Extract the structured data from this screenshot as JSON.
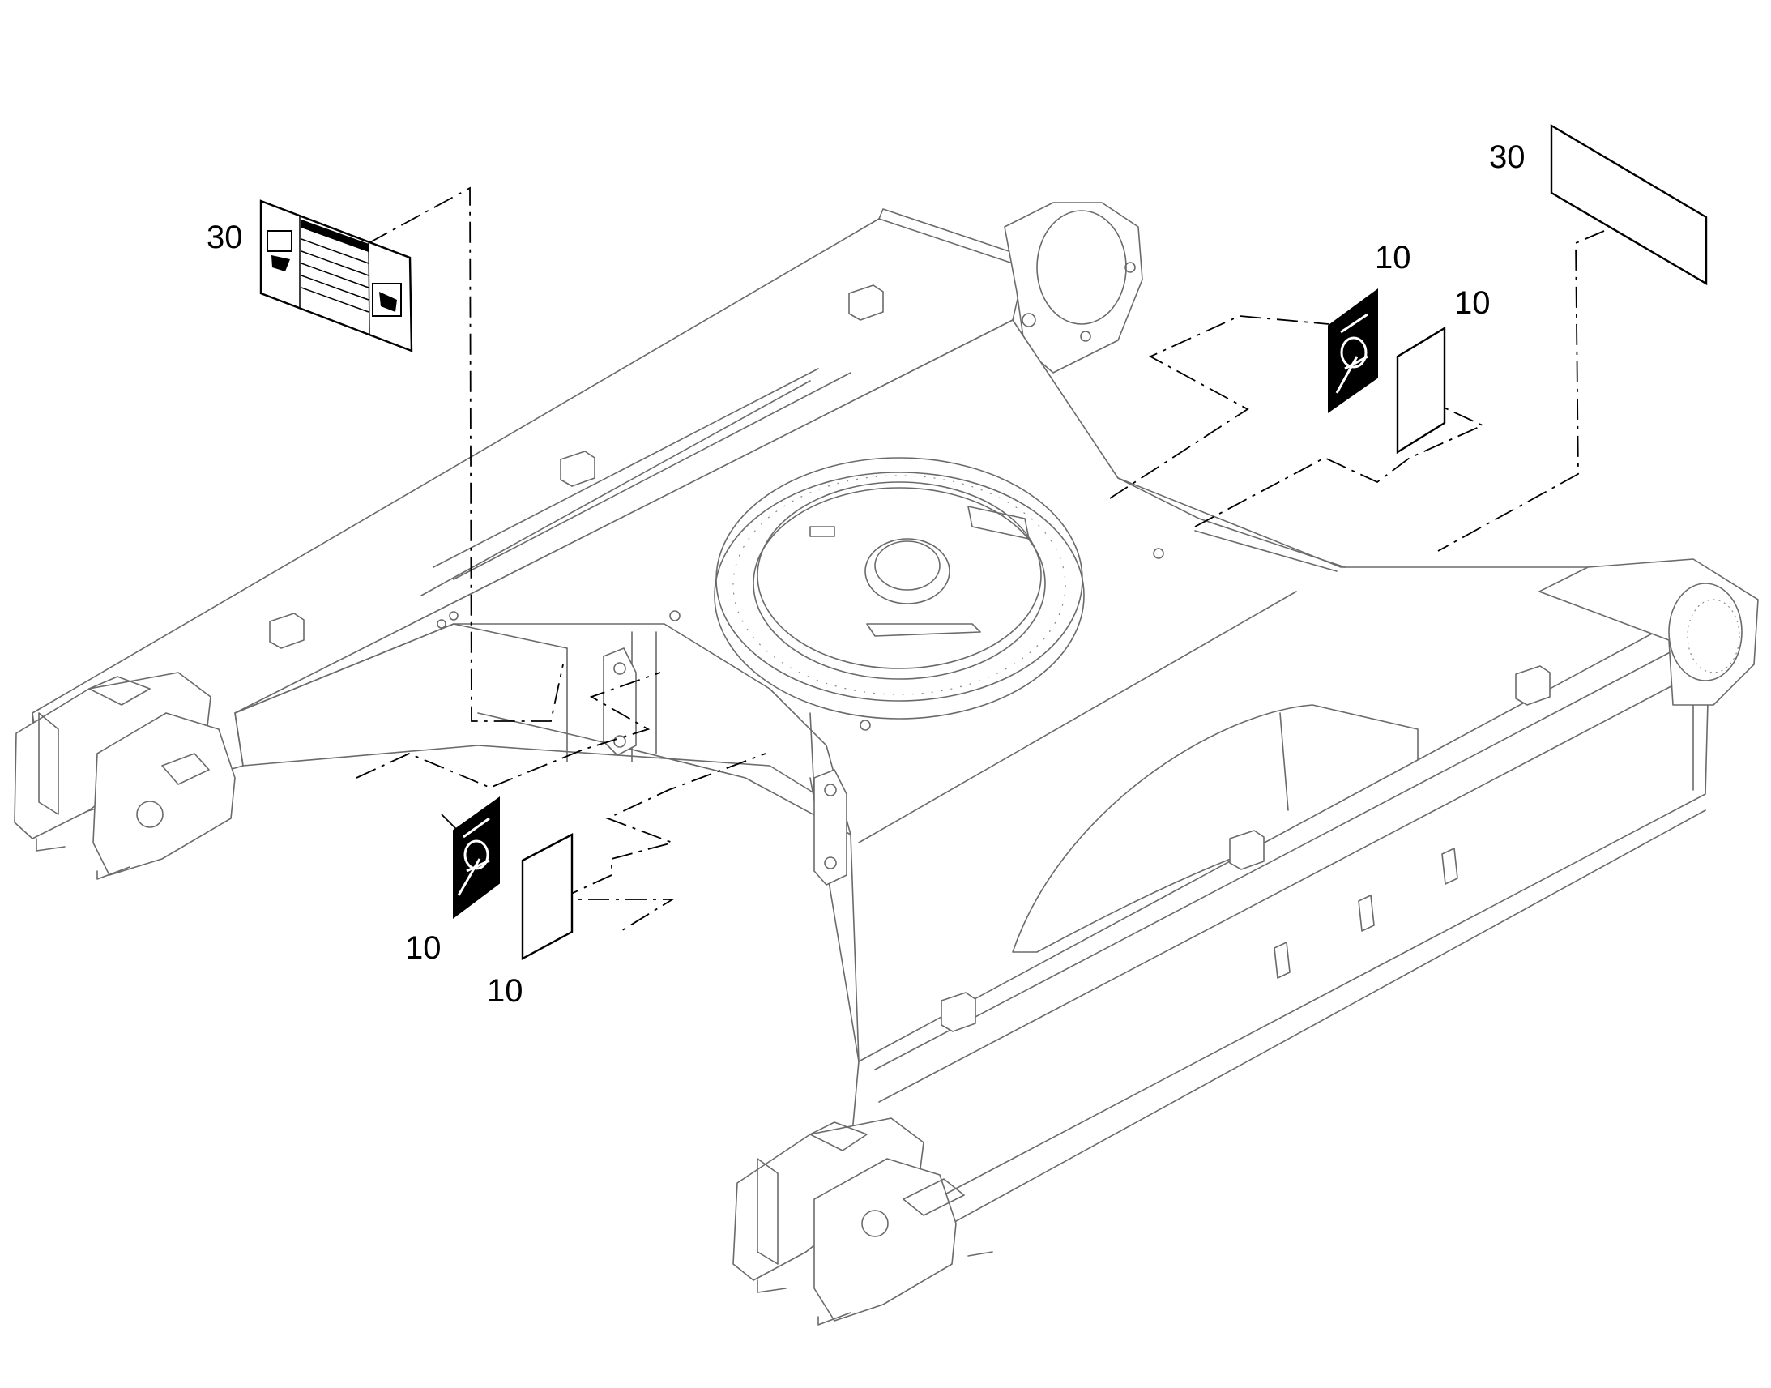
{
  "callouts": {
    "c1": "30",
    "c2": "30",
    "c3": "10",
    "c4": "10",
    "c5": "10",
    "c6": "10"
  },
  "colors": {
    "line": "#6a6a6a",
    "leader": "#000000",
    "decal": "#000000",
    "background": "#ffffff"
  }
}
